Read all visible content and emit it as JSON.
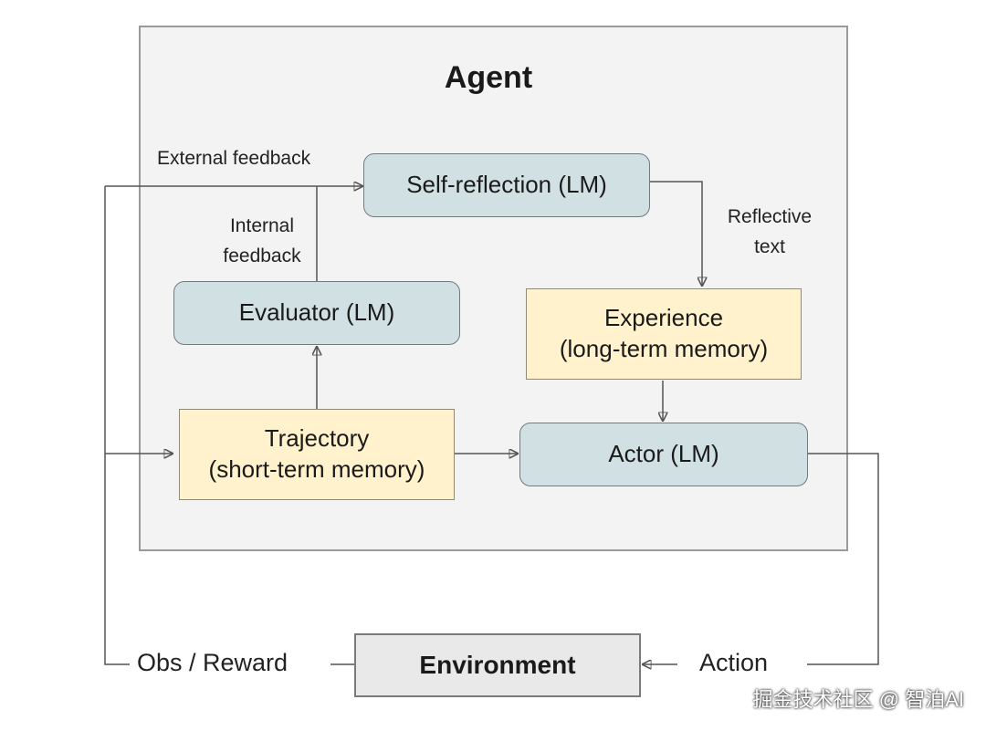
{
  "diagram": {
    "title": "Agent",
    "nodes": {
      "self_reflection": "Self-reflection (LM)",
      "evaluator": "Evaluator (LM)",
      "experience": {
        "line1": "Experience",
        "line2": "(long-term memory)"
      },
      "trajectory": {
        "line1": "Trajectory",
        "line2": "(short-term memory)"
      },
      "actor": "Actor (LM)",
      "environment": "Environment"
    },
    "edge_labels": {
      "external_feedback": "External feedback",
      "internal_feedback": {
        "line1": "Internal",
        "line2": "feedback"
      },
      "reflective_text": {
        "line1": "Reflective",
        "line2": "text"
      },
      "obs_reward": "Obs / Reward",
      "action": "Action"
    }
  },
  "watermark": "掘金技术社区 @ 智泊AI"
}
